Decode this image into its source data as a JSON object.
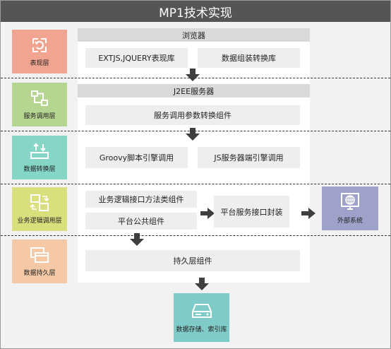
{
  "title": "MP1技术实现",
  "layers": [
    {
      "label": "表现层",
      "color": "#f1a590",
      "icon": "refresh-frame-icon"
    },
    {
      "label": "服务调用层",
      "color": "#b6d591",
      "icon": "connection-icon"
    },
    {
      "label": "数据转换层",
      "color": "#86d6c8",
      "icon": "upload-tray-icon"
    },
    {
      "label": "业务逻辑调用层",
      "color": "#dadf7e",
      "icon": "exchange-boxes-icon"
    },
    {
      "label": "数据持久层",
      "color": "#f6c9a6",
      "icon": "stacked-windows-icon"
    }
  ],
  "browser": {
    "header": "浏览器",
    "left": "EXTJS,JQUERY表现库",
    "right": "数据组装转换库"
  },
  "j2ee": {
    "header": "J2EE服务器",
    "service_param": "服务调用参数转换组件",
    "groovy": "Groovy脚本引擎调用",
    "js": "JS服务器端引擎调用",
    "biz_logic": "业务逻辑接口方法类组件",
    "platform_common": "平台公共组件",
    "platform_service": "平台服务接口封装",
    "persistence": "持久层组件"
  },
  "external": {
    "label": "外部系统",
    "icon": "globe-monitor-icon"
  },
  "storage": {
    "label": "数据存储、索引库",
    "icon": "drive-icon"
  }
}
